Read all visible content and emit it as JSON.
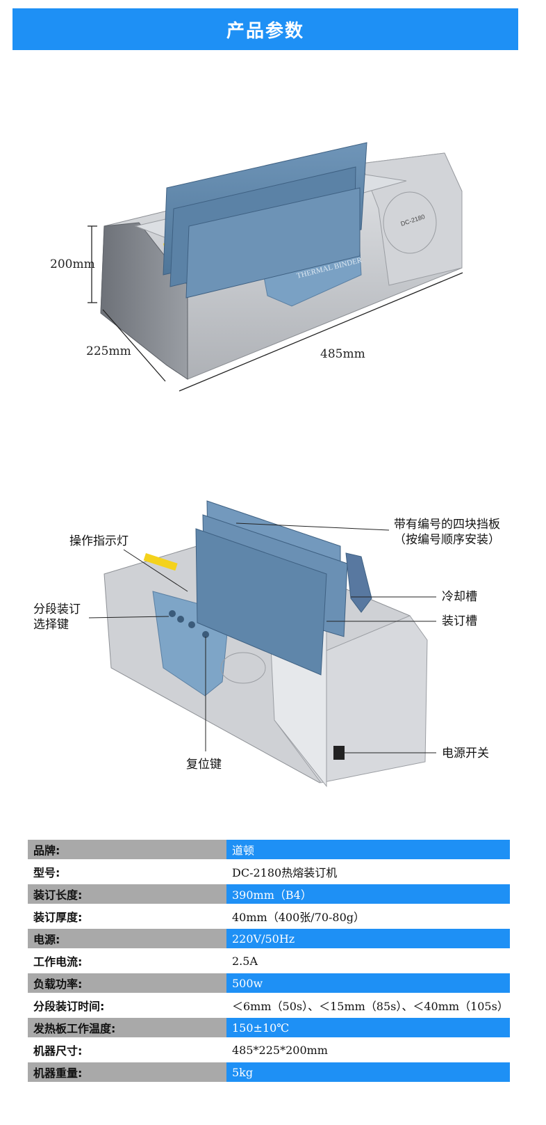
{
  "banner": {
    "title": "产品参数"
  },
  "dimensions": {
    "height": "200mm",
    "depth": "225mm",
    "width": "485mm"
  },
  "machine_text": {
    "thermal_binder": "THERMAL BINDER",
    "model_badge": "DC-2180"
  },
  "callouts": {
    "plates_line1": "带有编号的四块挡板",
    "plates_line2": "（按编号顺序安装）",
    "indicator": "操作指示灯",
    "segment_line1": "分段装订",
    "segment_line2": "选择键",
    "cooling": "冷却槽",
    "binding": "装订槽",
    "reset": "复位键",
    "power": "电源开关"
  },
  "specs": [
    {
      "key": "品牌:",
      "value": "道顿"
    },
    {
      "key": "型号:",
      "value": "DC-2180热熔装订机"
    },
    {
      "key": "装订长度:",
      "value": "390mm（B4）"
    },
    {
      "key": "装订厚度:",
      "value": "40mm（400张/70-80g）"
    },
    {
      "key": "电源:",
      "value": "220V/50Hz"
    },
    {
      "key": "工作电流:",
      "value": "2.5A"
    },
    {
      "key": "负载功率:",
      "value": "500w"
    },
    {
      "key": "分段装订时间:",
      "value": "＜6mm（50s）、＜15mm（85s）、＜40mm（105s）"
    },
    {
      "key": "发热板工作温度:",
      "value": "150±10℃"
    },
    {
      "key": "机器尺寸:",
      "value": "485*225*200mm"
    },
    {
      "key": "机器重量:",
      "value": "5kg"
    }
  ],
  "colors": {
    "accent": "#1e90f5",
    "gray_cell": "#a9a9a9",
    "plate_blue": "#5f86a8",
    "body_silver": "#c9cbcf"
  }
}
